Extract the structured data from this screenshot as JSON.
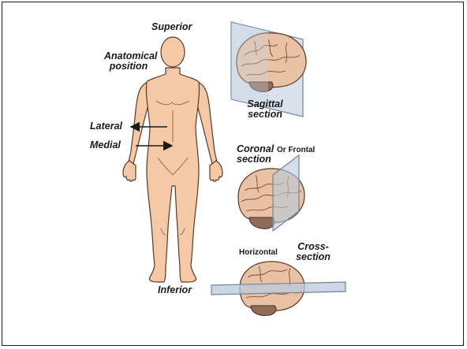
{
  "labels": {
    "superior": "Superior",
    "anatomical_position_line1": "Anatomical",
    "anatomical_position_line2": "position",
    "lateral": "Lateral",
    "medial": "Medial",
    "inferior": "Inferior",
    "sagittal_line1": "Sagittal",
    "sagittal_line2": "section",
    "coronal_line1": "Coronal",
    "coronal_line2": "section",
    "or_frontal": "Or Frontal",
    "horizontal": "Horizontal",
    "cross_line1": "Cross-",
    "cross_line2": "section"
  },
  "colors": {
    "skin": "#f6c9a6",
    "skin_outline": "#5a3a28",
    "brain": "#e9c2a6",
    "cerebellum": "#8f6b5a",
    "plane_fill": "#b9c9da",
    "plane_edge": "#6f86a0"
  }
}
